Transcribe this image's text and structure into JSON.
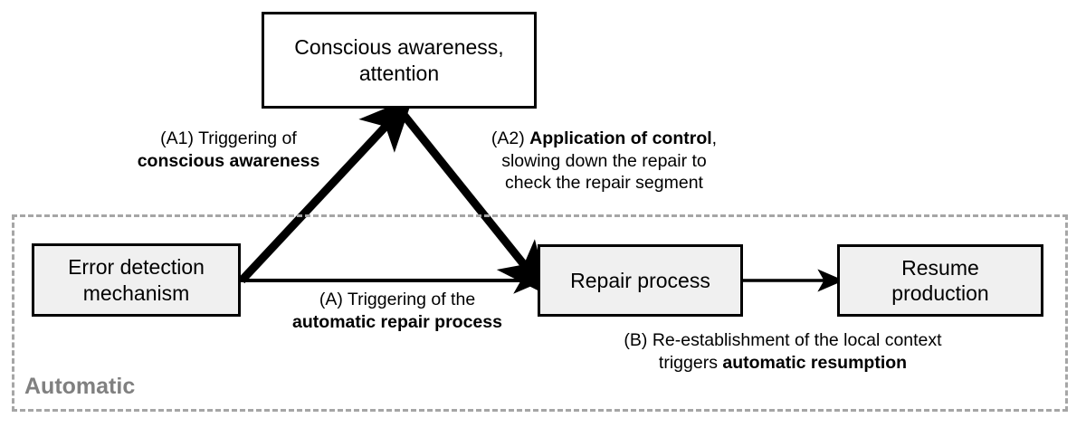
{
  "diagram": {
    "title_region": {
      "label": "Automatic",
      "color": "#808080",
      "border_color": "#a6a6a6",
      "border_style": "dashed"
    },
    "nodes": [
      {
        "id": "conscious-awareness",
        "line1": "Conscious awareness,",
        "line2": "attention",
        "fill": "#ffffff"
      },
      {
        "id": "error-detection",
        "line1": "Error detection",
        "line2": "mechanism",
        "fill": "#f0f0f0"
      },
      {
        "id": "repair-process",
        "line1": "Repair process",
        "line2": "",
        "fill": "#f0f0f0"
      },
      {
        "id": "resume-production",
        "line1": "Resume",
        "line2": "production",
        "fill": "#f0f0f0"
      }
    ],
    "edge_labels": {
      "a1": {
        "line1": "(A1) Triggering of",
        "line2_bold": "conscious awareness"
      },
      "a2": {
        "line1_plain": "(A2) ",
        "line1_bold": "Application of control",
        "line1_tail": ",",
        "line2": "slowing down the repair to",
        "line3": "check the repair segment"
      },
      "a": {
        "line1": "(A) Triggering of the",
        "line2_bold": "automatic repair process"
      },
      "b": {
        "line1": "(B) Re-establishment of the local context",
        "line2_plain": "triggers ",
        "line2_bold": "automatic resumption"
      }
    }
  }
}
